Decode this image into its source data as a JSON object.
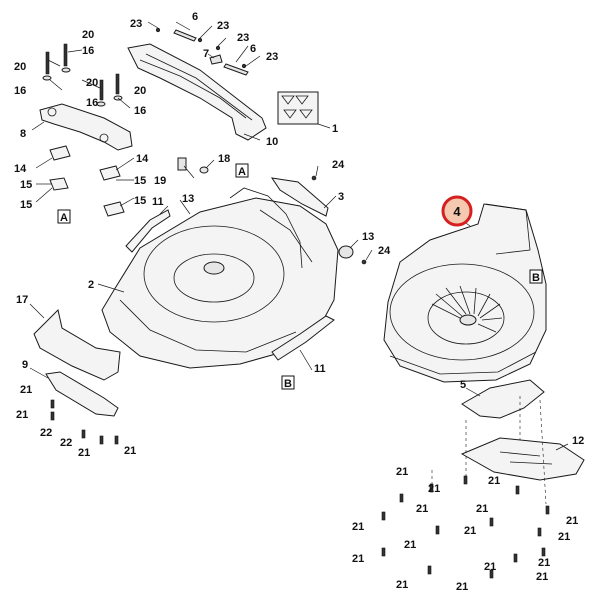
{
  "diagram": {
    "highlighted_part": "4",
    "labels": {
      "p1": "1",
      "p2": "2",
      "p3": "3",
      "p4": "4",
      "p5": "5",
      "p6a": "6",
      "p6b": "6",
      "p7": "7",
      "p8": "8",
      "p9": "9",
      "p10": "10",
      "p11a": "11",
      "p11b": "11",
      "p12": "12",
      "p13a": "13",
      "p13b": "13",
      "p14a": "14",
      "p14b": "14",
      "p15a": "15",
      "p15b": "15",
      "p15c": "15",
      "p15d": "15",
      "p16a": "16",
      "p16b": "16",
      "p16c": "16",
      "p16d": "16",
      "p17": "17",
      "p18": "18",
      "p19": "19",
      "p20a": "20",
      "p20b": "20",
      "p20c": "20",
      "p20d": "20",
      "p21a": "21",
      "p21b": "21",
      "p21c": "21",
      "p21d": "21",
      "p21e": "21",
      "p21f": "21",
      "p21g": "21",
      "p21h": "21",
      "p21i": "21",
      "p21j": "21",
      "p21k": "21",
      "p21l": "21",
      "p21m": "21",
      "p21n": "21",
      "p21o": "21",
      "p21p": "21",
      "p21q": "21",
      "p21r": "21",
      "p21s": "21",
      "p21t": "21",
      "p22a": "22",
      "p22b": "22",
      "p23a": "23",
      "p23b": "23",
      "p23c": "23",
      "p23d": "23",
      "p24a": "24",
      "p24b": "24"
    },
    "ref_boxes": {
      "a1": "A",
      "a2": "A",
      "b1": "B",
      "b2": "B"
    }
  }
}
